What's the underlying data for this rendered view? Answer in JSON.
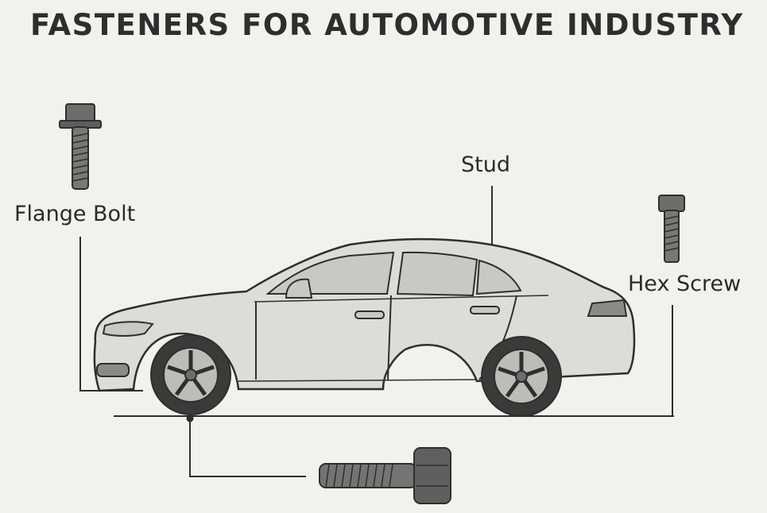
{
  "title": "FASTENERS FOR AUTOMOTIVE INDUSTRY",
  "labels": {
    "flange_bolt": "Flange Bolt",
    "stud": "Stud",
    "hex_screw": "Hex Screw"
  },
  "colors": {
    "background": "#f3f1ec",
    "ink": "#2d2f2c",
    "car_body": "#dedcd6",
    "window": "#c9c8c3",
    "tire": "#3a3b39",
    "bolt_metal": "#6d6e6b"
  }
}
